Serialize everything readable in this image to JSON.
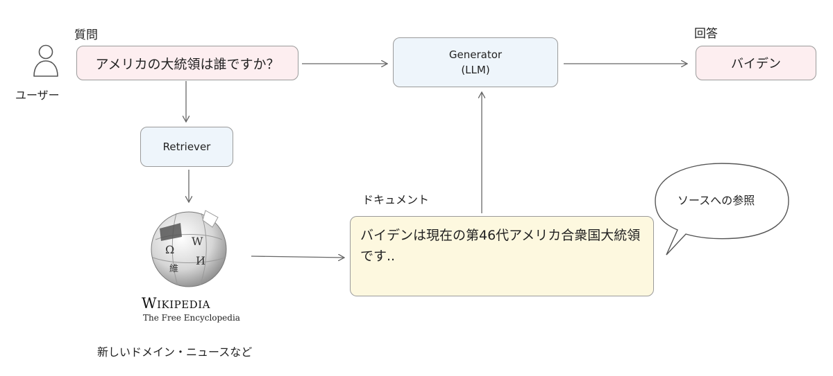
{
  "labels": {
    "question": "質問",
    "answer": "回答",
    "user": "ユーザー",
    "document": "ドキュメント",
    "new_domain": "新しいドメイン・ニュースなど"
  },
  "boxes": {
    "query": "アメリカの大統領は誰ですか？",
    "generator_line1": "Generator",
    "generator_line2": "(LLM)",
    "answer": "バイデン",
    "retriever": "Retriever",
    "document_text": "バイデンは現在の第46代アメリカ合衆国大統領です..",
    "source_ref": "ソースへの参照"
  },
  "wikipedia": {
    "wordmark": "Wikipedia",
    "tagline": "The Free Encyclopedia",
    "globe_glyphs": [
      "Ω",
      "W",
      "И",
      "維"
    ]
  },
  "colors": {
    "query_fill": "#fdeef0",
    "answer_fill": "#fdeef0",
    "generator_fill": "#eef5fb",
    "retriever_fill": "#eef5fb",
    "document_fill": "#fdf8df",
    "stroke": "#9a9a9a",
    "arrow": "#666666"
  },
  "icons": {
    "user": "person-icon",
    "wikipedia": "wikipedia-globe-icon"
  }
}
